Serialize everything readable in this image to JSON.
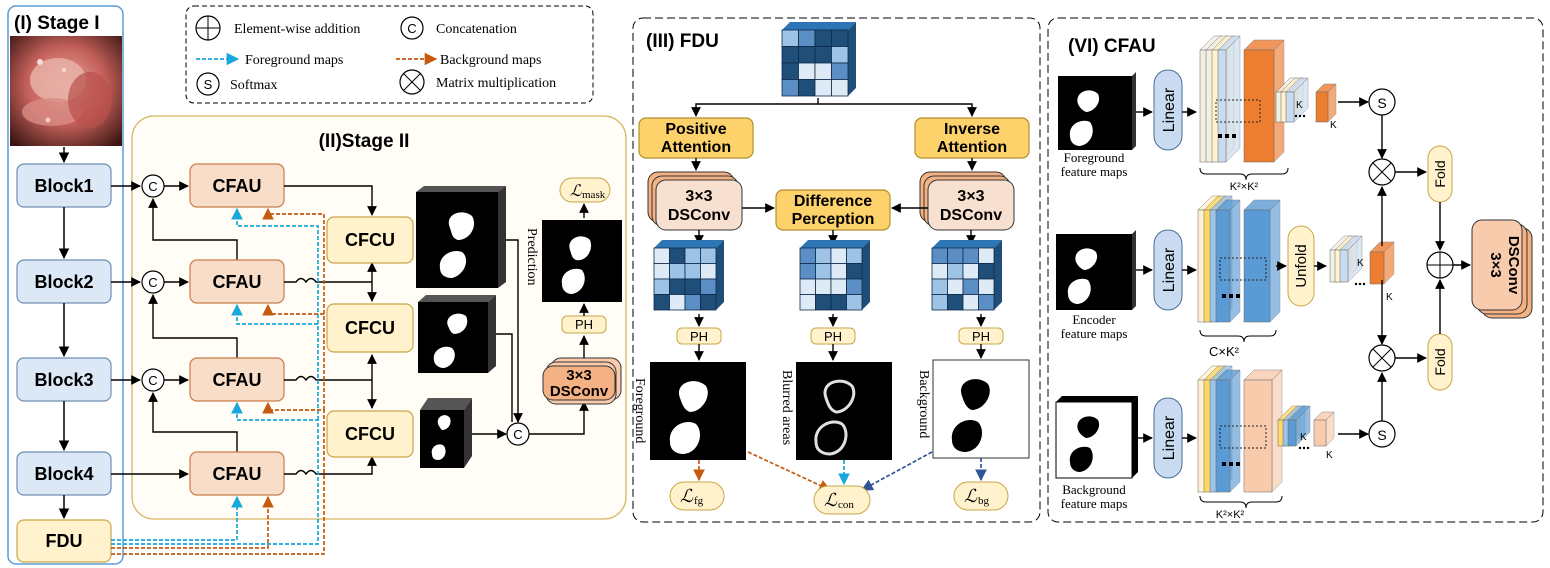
{
  "stage1": {
    "title": "(I) Stage I",
    "blocks": [
      "Block1",
      "Block2",
      "Block3",
      "Block4"
    ],
    "fdu": "FDU"
  },
  "legend": {
    "add": "Element-wise addition",
    "concat": "Concatenation",
    "concat_symbol": "C",
    "fg_maps": "Foreground maps",
    "bg_maps": "Background maps",
    "softmax": "Softmax",
    "softmax_symbol": "S",
    "matmul": "Matrix multiplication"
  },
  "stage2": {
    "title": "(II)Stage II",
    "cfau": "CFAU",
    "cfcu": "CFCU",
    "c": "C",
    "ph": "PH",
    "dsconv": [
      "3×3",
      "DSConv"
    ],
    "prediction": "Prediction",
    "loss_mask": {
      "symbol": "ℒ",
      "sub": "mask"
    }
  },
  "fdu": {
    "title": "(III) FDU",
    "positive": [
      "Positive",
      "Attention"
    ],
    "inverse": [
      "Inverse",
      "Attention"
    ],
    "diff": [
      "Difference",
      "Perception"
    ],
    "dsconv": [
      "3×3",
      "DSConv"
    ],
    "ph": "PH",
    "labels": {
      "fg": "Foreground",
      "blur": "Blurred areas",
      "bg": "Background"
    },
    "losses": [
      {
        "symbol": "ℒ",
        "sub": "fg"
      },
      {
        "symbol": "ℒ",
        "sub": "con"
      },
      {
        "symbol": "ℒ",
        "sub": "bg"
      }
    ]
  },
  "cfau": {
    "title": "(VI) CFAU",
    "linear": "Linear",
    "unfold": "Unfold",
    "fold": "Fold",
    "s": "S",
    "dsconv": [
      "3×3",
      "DSConv"
    ],
    "k": "K",
    "k2": "K",
    "sup2": "2",
    "dims": {
      "top": "K²×K²",
      "mid": "C×K²",
      "bot": "K²×K²"
    },
    "feature_labels": [
      [
        "Foreground",
        "feature maps"
      ],
      [
        "Encoder",
        "feature maps"
      ],
      [
        "Background",
        "feature maps"
      ]
    ]
  },
  "colors": {
    "block_fill": "#dce8f5",
    "block_stroke": "#6f8fb4",
    "cfau_fill": "#f8ddc9",
    "cfcu_fill": "#fff2cc",
    "attention_fill": "#fdd26b",
    "dsconv_fill": "#f4b183",
    "fg_arrow": "#17a8dd",
    "bg_arrow": "#c55a11"
  }
}
